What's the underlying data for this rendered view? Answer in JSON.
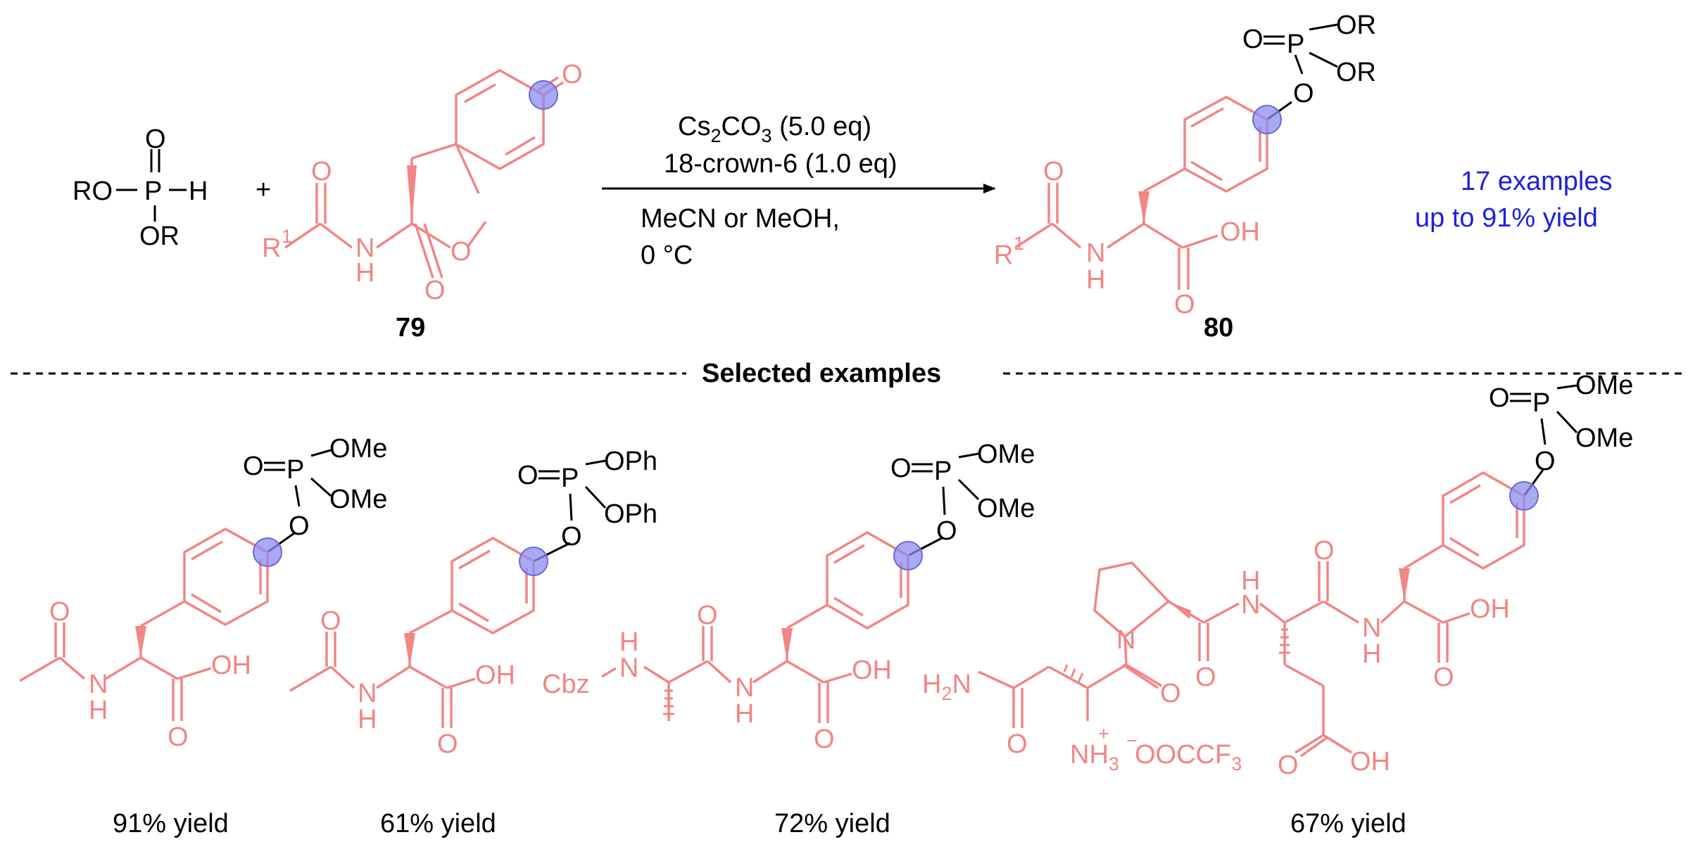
{
  "colors": {
    "black": "#000000",
    "salmon": "#f28585",
    "blue": "#2020e0",
    "highlight": "#8c8cf0"
  },
  "reagent": {
    "ro_left": "RO",
    "p": "P",
    "h": "H",
    "o_top": "O",
    "or_bottom": "OR"
  },
  "plus": "+",
  "compound79": {
    "label": "79",
    "o_ketone": "O",
    "o_amide": "O",
    "r": "R",
    "r_sup": "1",
    "n": "N",
    "h": "H",
    "o_ring": "O",
    "o_lactone": "O"
  },
  "conditions": {
    "line1_a": "Cs",
    "line1_sub1": "2",
    "line1_b": "CO",
    "line1_sub2": "3",
    "line1_c": " (5.0 eq)",
    "line2": "18-crown-6 (1.0 eq)",
    "line3": "MeCN or MeOH,",
    "line4": "0 °C"
  },
  "compound80": {
    "label": "80",
    "o_double": "O",
    "p": "P",
    "or1": "OR",
    "or2": "OR",
    "o_aryl": "O",
    "o_amide": "O",
    "r": "R",
    "r_sup": "1",
    "n": "N",
    "h": "H",
    "oh": "OH",
    "o_acid": "O"
  },
  "summary": {
    "line1": "17 examples",
    "line2": "up to 91% yield"
  },
  "divider_label": "Selected examples",
  "examples": [
    {
      "yield": "91% yield",
      "o_p": "O",
      "p": "P",
      "sub1": "OMe",
      "sub2": "OMe",
      "o_aryl": "O",
      "o_amide": "O",
      "n": "N",
      "h": "H",
      "oh": "OH",
      "o_acid": "O"
    },
    {
      "yield": "61% yield",
      "o_p": "O",
      "p": "P",
      "sub1": "OPh",
      "sub2": "OPh",
      "o_aryl": "O",
      "o_amide": "O",
      "n": "N",
      "h": "H",
      "oh": "OH",
      "o_acid": "O"
    },
    {
      "yield": "72% yield",
      "o_p": "O",
      "p": "P",
      "sub1": "OMe",
      "sub2": "OMe",
      "o_aryl": "O",
      "cbz": "Cbz",
      "n1": "N",
      "h1": "H",
      "o_amide": "O",
      "n2": "N",
      "h2": "H",
      "oh": "OH",
      "o_acid": "O"
    },
    {
      "yield": "67% yield",
      "o_p": "O",
      "p": "P",
      "sub1": "OMe",
      "sub2": "OMe",
      "o_aryl": "O",
      "h2n_a": "H",
      "h2n_sub": "2",
      "h2n_b": "N",
      "o_asn_side": "O",
      "nh3_a": "NH",
      "nh3_sub": "3",
      "plus": "+",
      "minus": "−",
      "tfa_a": "OOCCF",
      "tfa_sub": "3",
      "n_pro": "N",
      "o_pro_amide": "O",
      "o_asn_co": "O",
      "h_glu": "H",
      "n_glu": "N",
      "o_glu_co": "O",
      "o_glu_acid": "O",
      "oh_glu": "OH",
      "n_tyr": "N",
      "h_tyr": "H",
      "oh": "OH",
      "o_acid": "O"
    }
  ]
}
